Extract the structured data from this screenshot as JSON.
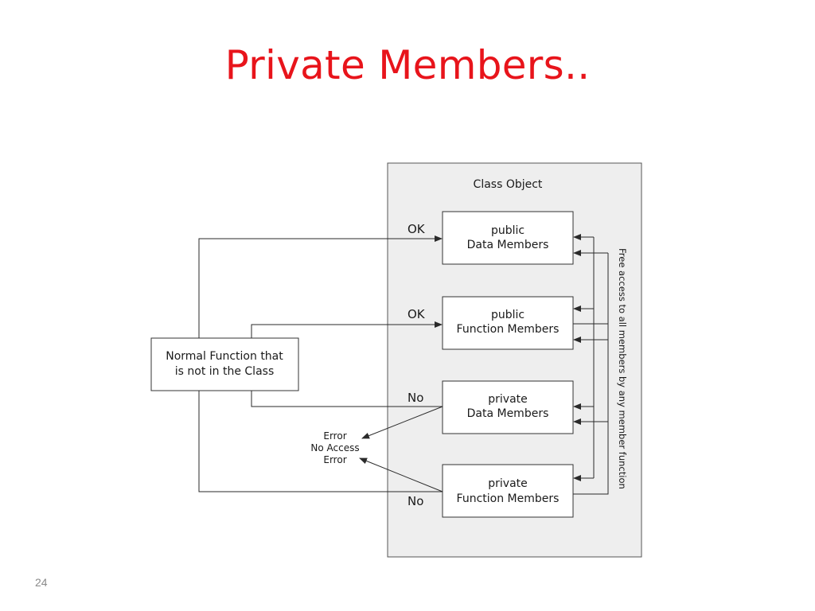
{
  "slide": {
    "title": "Private Members..",
    "page_number": "24"
  },
  "diagram": {
    "container_label": "Class Object",
    "outside_function": [
      "Normal Function that",
      "is not in the Class"
    ],
    "members": [
      {
        "id": "public-data",
        "lines": [
          "public",
          "Data Members"
        ]
      },
      {
        "id": "public-function",
        "lines": [
          "public",
          "Function Members"
        ]
      },
      {
        "id": "private-data",
        "lines": [
          "private",
          "Data Members"
        ]
      },
      {
        "id": "private-function",
        "lines": [
          "private",
          "Function Members"
        ]
      }
    ],
    "access_labels": {
      "ok_1": "OK",
      "ok_2": "OK",
      "no_1": "No",
      "no_2": "No"
    },
    "error_label": [
      "Error",
      "No Access",
      "Error"
    ],
    "side_label": "Free access to all members by any member function",
    "colors": {
      "title": "#e8141b",
      "container_fill": "#eeeeee",
      "line": "#2a2a2a"
    }
  }
}
